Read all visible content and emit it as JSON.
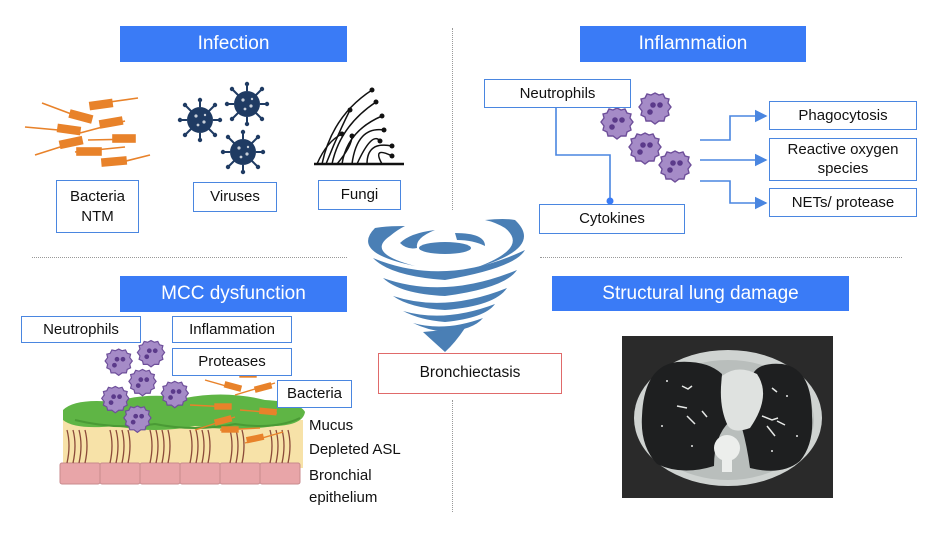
{
  "panels": {
    "infection": {
      "title": "Infection",
      "items": [
        {
          "label": "Bacteria\nNTM",
          "line1": "Bacteria",
          "line2": "NTM"
        },
        {
          "label": "Viruses"
        },
        {
          "label": "Fungi"
        }
      ]
    },
    "inflammation": {
      "title": "Inflammation",
      "source": "Neutrophils",
      "mediator": "Cytokines",
      "outcomes": [
        {
          "label": "Phagocytosis"
        },
        {
          "label": "Reactive oxygen species",
          "line1": "Reactive oxygen",
          "line2": "species"
        },
        {
          "label": "NETs/ protease"
        }
      ]
    },
    "mcc": {
      "title": "MCC dysfunction",
      "tags": [
        "Neutrophils",
        "Inflammation",
        "Proteases",
        "Bacteria"
      ],
      "layers": [
        "Mucus",
        "Depleted ASL",
        "Bronchial",
        "epithelium"
      ]
    },
    "structural": {
      "title": "Structural lung damage",
      "image_caption": "CT scan of chest"
    }
  },
  "center": {
    "label": "Bronchiectasis",
    "icon": "tornado-icon"
  },
  "colors": {
    "header_blue": "#3a7bf6",
    "box_border_blue": "#4a86e0",
    "bronchiectasis_border": "#e06a6a",
    "tornado": "#4a7fb5",
    "bacteria_orange": "#e8822a",
    "virus_navy": "#1f3b63",
    "neutrophil_purple": "#a58bc7",
    "mucus_green": "#5fb545"
  }
}
